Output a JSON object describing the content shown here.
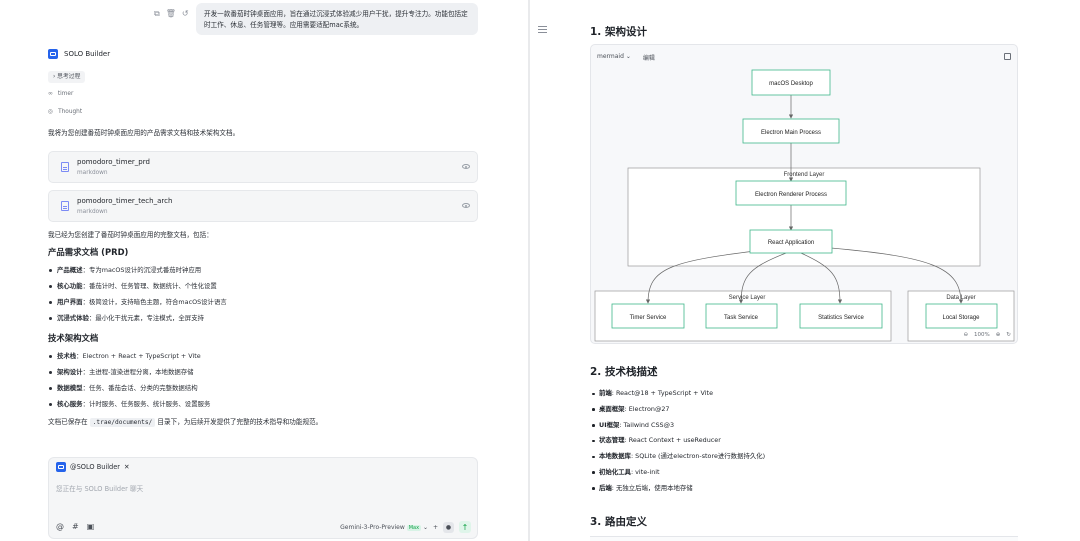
{
  "chat": {
    "user_message": "开发一款番茄时钟桌面应用，旨在通过沉浸式体验减少用户干扰，提升专注力。功能包括定时工作、休息、任务管理等。应用需要适配mac系统。",
    "message_actions": [
      "copy-icon",
      "delete-icon",
      "undo-icon"
    ],
    "bot_name": "SOLO Builder",
    "thinking_chip": "思考过程",
    "meta_items": [
      {
        "icon": "infinity-icon",
        "label": "timer"
      },
      {
        "icon": "thought-icon",
        "label": "Thought"
      }
    ],
    "intro": "我将为您创建番茄时钟桌面应用的产品需求文档和技术架构文档。",
    "files": [
      {
        "name": "pomodoro_timer_prd",
        "type": "markdown"
      },
      {
        "name": "pomodoro_timer_tech_arch",
        "type": "markdown"
      }
    ],
    "summary_intro": "我已经为您创建了番茄时钟桌面应用的完整文档，包括：",
    "prd_heading": "产品需求文档 (PRD)",
    "prd_items": [
      {
        "label": "产品概述",
        "text": "：专为macOS设计的沉浸式番茄时钟应用"
      },
      {
        "label": "核心功能",
        "text": "：番茄计时、任务管理、数据统计、个性化设置"
      },
      {
        "label": "用户界面",
        "text": "：极简设计，支持暗色主题，符合macOS设计语言"
      },
      {
        "label": "沉浸式体验",
        "text": "：最小化干扰元素，专注模式，全屏支持"
      }
    ],
    "arch_heading": "技术架构文档",
    "arch_items": [
      {
        "label": "技术栈",
        "text": "：Electron + React + TypeScript + Vite"
      },
      {
        "label": "架构设计",
        "text": "：主进程-渲染进程分离，本地数据存储"
      },
      {
        "label": "数据模型",
        "text": "：任务、番茄会话、分类的完整数据结构"
      },
      {
        "label": "核心服务",
        "text": "：计时服务、任务服务、统计服务、设置服务"
      }
    ],
    "saved_prefix": "文档已保存在 ",
    "saved_path": ".trae/documents/",
    "saved_suffix": " 目录下，为后续开发提供了完整的技术指导和功能规范。"
  },
  "input": {
    "mention": "@SOLO Builder",
    "placeholder": "您正在与 SOLO Builder 聊天",
    "tools": [
      "@",
      "#",
      "image-icon"
    ],
    "model": "Gemini-3-Pro-Preview",
    "model_badge": "Max"
  },
  "doc": {
    "section1_title": "1. 架构设计",
    "mermaid_toolbar": {
      "mode": "mermaid",
      "edit": "编辑",
      "zoom": "100%"
    },
    "diagram": {
      "nodes": {
        "desktop": "macOS Desktop",
        "main": "Electron Main Process",
        "frontend_group": "Frontend Layer",
        "renderer": "Electron Renderer Process",
        "react": "React Application",
        "service_group": "Service Layer",
        "timer": "Timer Service",
        "task": "Task Service",
        "stats": "Statistics Service",
        "data_group": "Data Layer",
        "storage": "Local Storage"
      }
    },
    "section2_title": "2. 技术栈描述",
    "stack_items": [
      {
        "label": "前端",
        "text": ": React@18 + TypeScript + Vite"
      },
      {
        "label": "桌面框架",
        "text": ": Electron@27"
      },
      {
        "label": "UI框架",
        "text": ": Tailwind CSS@3"
      },
      {
        "label": "状态管理",
        "text": ": React Context + useReducer"
      },
      {
        "label": "本地数据库",
        "text": ": SQLite (通过electron-store进行数据持久化)"
      },
      {
        "label": "初始化工具",
        "text": ": vite-init"
      },
      {
        "label": "后端",
        "text": ": 无独立后端，使用本地存储"
      }
    ],
    "section3_title": "3. 路由定义"
  },
  "colors": {
    "accent": "#2563eb",
    "node_border": "#3fb68b",
    "send": "#16a34a"
  }
}
